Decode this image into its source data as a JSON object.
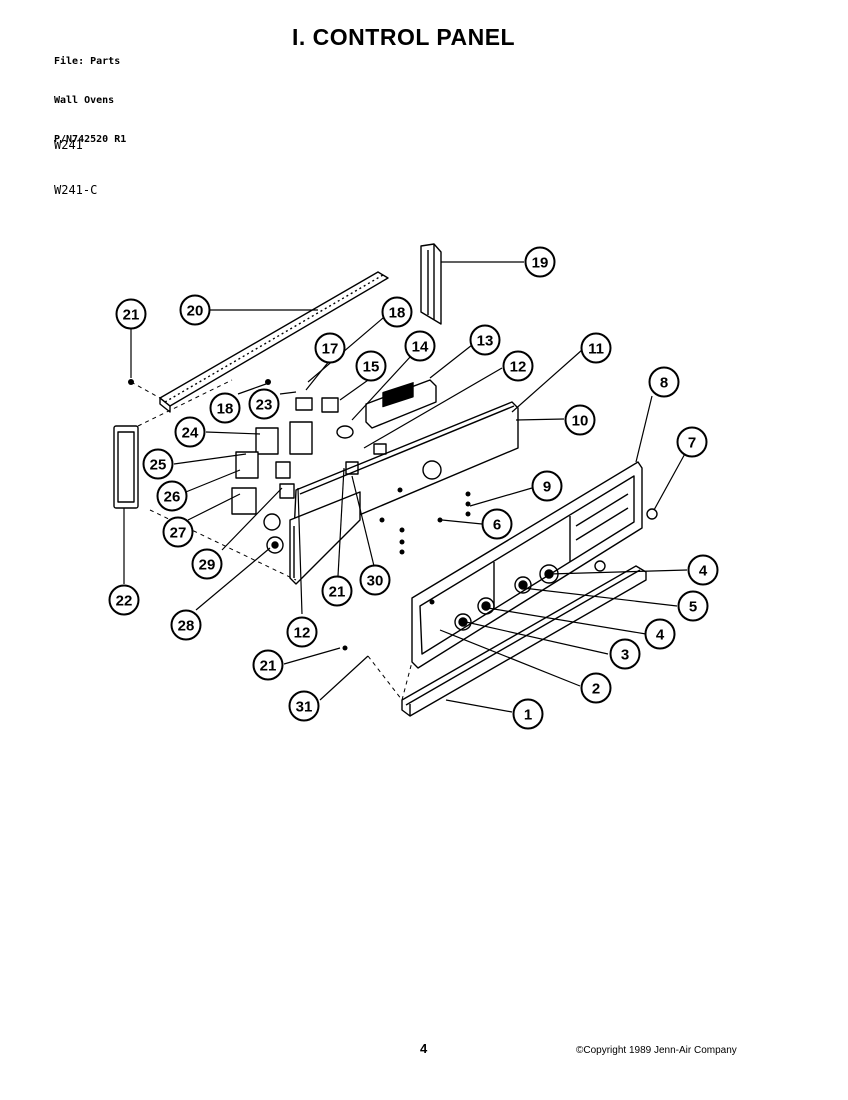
{
  "header": {
    "file_lines": [
      "File: Parts",
      "Wall Ovens",
      "P/N742520 R1"
    ],
    "models": [
      "W241",
      "W241-C"
    ],
    "title": "I. CONTROL PANEL"
  },
  "diagram": {
    "callouts": [
      {
        "id": "c19",
        "label": "19"
      },
      {
        "id": "c20",
        "label": "20"
      },
      {
        "id": "c21a",
        "label": "21"
      },
      {
        "id": "c18a",
        "label": "18"
      },
      {
        "id": "c17",
        "label": "17"
      },
      {
        "id": "c13",
        "label": "13"
      },
      {
        "id": "c14",
        "label": "14"
      },
      {
        "id": "c15",
        "label": "15"
      },
      {
        "id": "c12a",
        "label": "12"
      },
      {
        "id": "c11",
        "label": "11"
      },
      {
        "id": "c8",
        "label": "8"
      },
      {
        "id": "c18b",
        "label": "18"
      },
      {
        "id": "c23",
        "label": "23"
      },
      {
        "id": "c10",
        "label": "10"
      },
      {
        "id": "c24",
        "label": "24"
      },
      {
        "id": "c7",
        "label": "7"
      },
      {
        "id": "c25",
        "label": "25"
      },
      {
        "id": "c9",
        "label": "9"
      },
      {
        "id": "c26",
        "label": "26"
      },
      {
        "id": "c27",
        "label": "27"
      },
      {
        "id": "c6",
        "label": "6"
      },
      {
        "id": "c29",
        "label": "29"
      },
      {
        "id": "c4a",
        "label": "4"
      },
      {
        "id": "c21b",
        "label": "21"
      },
      {
        "id": "c30",
        "label": "30"
      },
      {
        "id": "c22",
        "label": "22"
      },
      {
        "id": "c5",
        "label": "5"
      },
      {
        "id": "c28",
        "label": "28"
      },
      {
        "id": "c12b",
        "label": "12"
      },
      {
        "id": "c4b",
        "label": "4"
      },
      {
        "id": "c3",
        "label": "3"
      },
      {
        "id": "c21c",
        "label": "21"
      },
      {
        "id": "c2",
        "label": "2"
      },
      {
        "id": "c31",
        "label": "31"
      },
      {
        "id": "c1",
        "label": "1"
      }
    ]
  },
  "footer": {
    "page_number": "4",
    "copyright": "©Copyright 1989 Jenn-Air Company"
  }
}
